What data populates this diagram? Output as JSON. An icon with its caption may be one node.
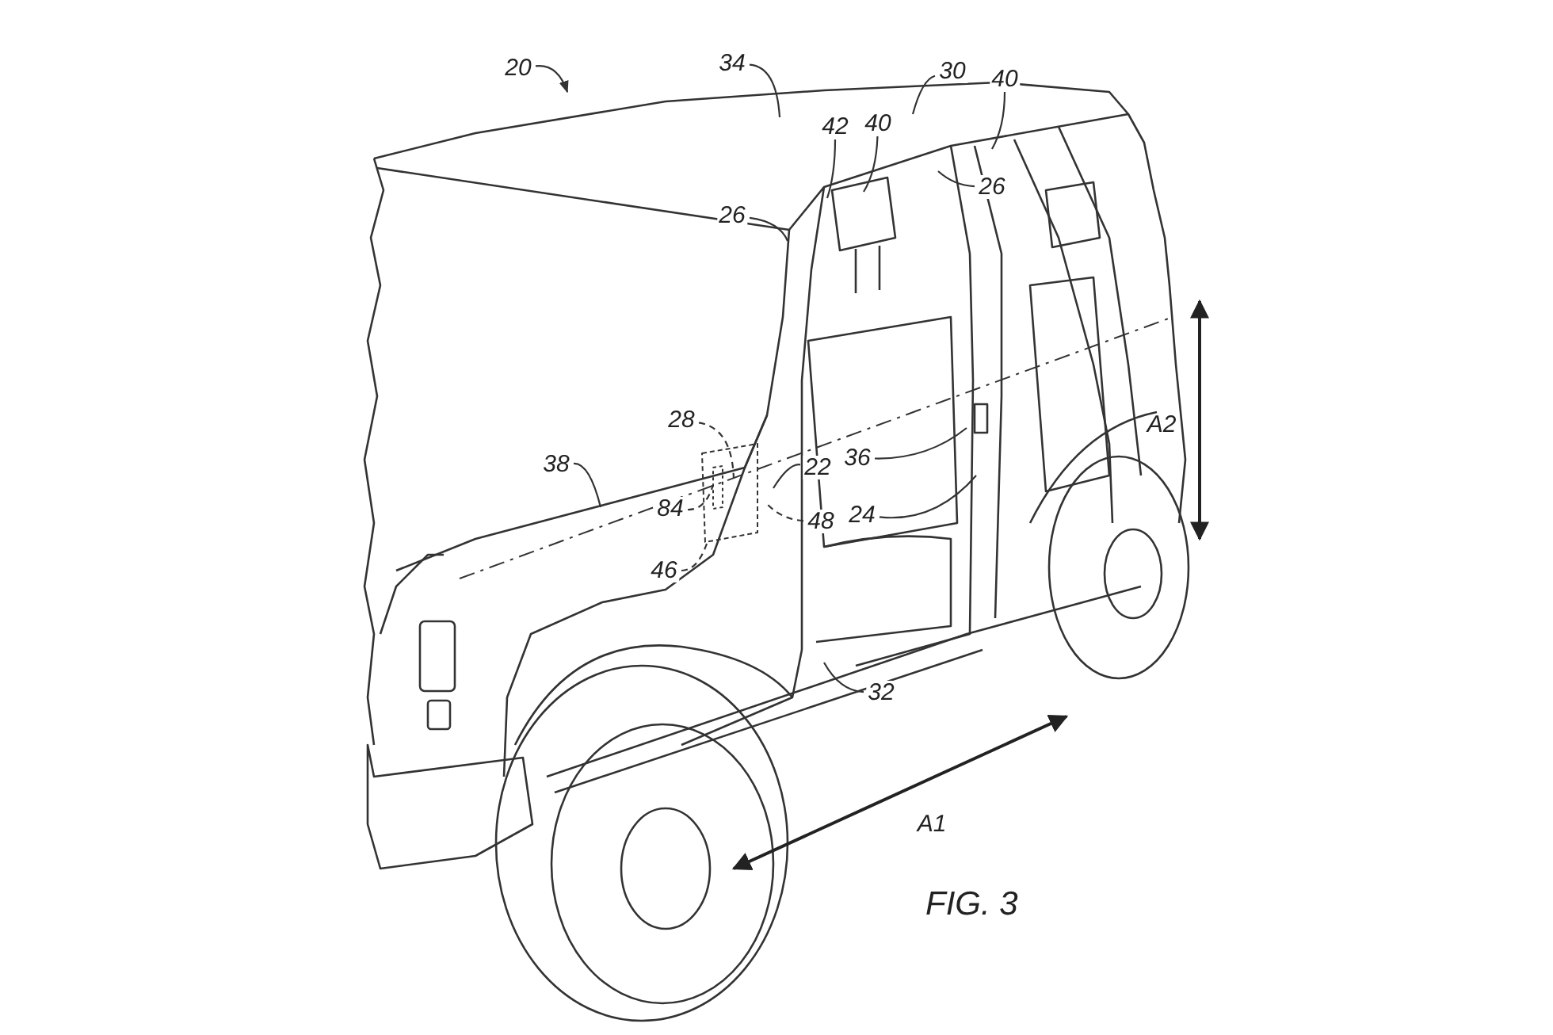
{
  "diagram": {
    "caption": "FIG. 3",
    "nodes": [
      {
        "text": [
          "20"
        ]
      },
      {
        "text": [
          "34"
        ]
      },
      {
        "text": [
          "30"
        ]
      },
      {
        "text": [
          "40"
        ]
      },
      {
        "text": [
          "42"
        ]
      },
      {
        "text": [
          "40"
        ]
      },
      {
        "text": [
          "26"
        ]
      },
      {
        "text": [
          "26"
        ]
      },
      {
        "text": [
          "28"
        ]
      },
      {
        "text": [
          "22"
        ]
      },
      {
        "text": [
          "36"
        ]
      },
      {
        "text": [
          "38"
        ]
      },
      {
        "text": [
          "84"
        ]
      },
      {
        "text": [
          "48"
        ]
      },
      {
        "text": [
          "24"
        ]
      },
      {
        "text": [
          "46"
        ]
      },
      {
        "text": [
          "32"
        ]
      }
    ],
    "edges": [
      {
        "from": 0,
        "to": null,
        "arrow": "to"
      },
      {
        "from": 1,
        "to": null,
        "arrow": "none"
      },
      {
        "from": 2,
        "to": null,
        "arrow": "none"
      },
      {
        "from": 3,
        "to": null,
        "arrow": "none"
      },
      {
        "from": 4,
        "to": null,
        "arrow": "none"
      },
      {
        "from": 5,
        "to": null,
        "arrow": "none"
      },
      {
        "from": 6,
        "to": null,
        "arrow": "none"
      },
      {
        "from": 7,
        "to": null,
        "arrow": "none"
      },
      {
        "from": 8,
        "to": null,
        "arrow": "none",
        "style": "dashed"
      },
      {
        "from": 9,
        "to": null,
        "arrow": "none"
      },
      {
        "from": 10,
        "to": null,
        "arrow": "none"
      },
      {
        "from": 11,
        "to": null,
        "arrow": "none"
      },
      {
        "from": 12,
        "to": null,
        "arrow": "none",
        "style": "dashed"
      },
      {
        "from": 13,
        "to": null,
        "arrow": "none",
        "style": "dashed"
      },
      {
        "from": 14,
        "to": null,
        "arrow": "none"
      },
      {
        "from": 15,
        "to": null,
        "arrow": "none",
        "style": "dashed"
      },
      {
        "from": 16,
        "to": null,
        "arrow": "none"
      }
    ],
    "labels": [
      "A2",
      "A1"
    ]
  }
}
